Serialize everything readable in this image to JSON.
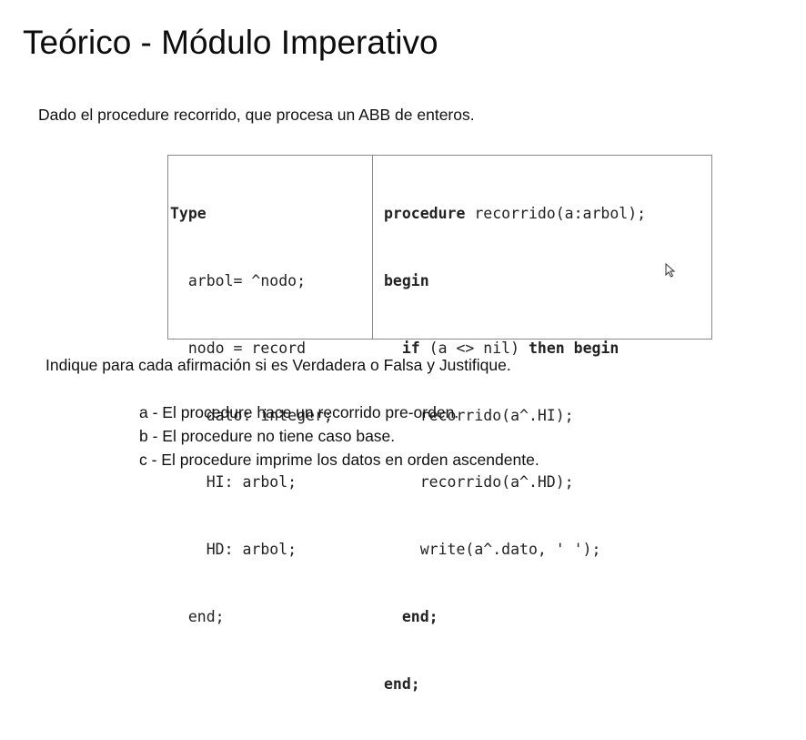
{
  "slide": {
    "title": "Teórico - Módulo Imperativo",
    "intro": "Dado el procedure recorrido, que procesa un ABB de enteros.",
    "question": "Indique para cada afirmación si es Verdadera o Falsa y Justifique."
  },
  "code": {
    "left": {
      "line0": "Type",
      "line1": "  arbol= ^nodo;",
      "line2": "  nodo = record",
      "line3": "    dato: integer;",
      "line4": "    HI: arbol;",
      "line5": "    HD: arbol;",
      "line6": "  end;"
    },
    "right": {
      "line0_kw": "procedure",
      "line0_rest": " recorrido(a:arbol);",
      "line1_kw": "begin",
      "line2_indent": "  ",
      "line2_kw1": "if",
      "line2_mid": " (a <> nil) ",
      "line2_kw2": "then begin",
      "line3": "    recorrido(a^.HI);",
      "line4": "    recorrido(a^.HD);",
      "line5": "    write(a^.dato, ' ');",
      "line6_indent": "  ",
      "line6_kw": "end;",
      "line7_kw": "end;"
    }
  },
  "statements": [
    "a - El procedure hace un recorrido pre-orden.",
    "b - El procedure no tiene caso base.",
    "c - El procedure imprime los datos en orden ascendente."
  ],
  "icons": {
    "cursor": "mouse-pointer-icon"
  }
}
